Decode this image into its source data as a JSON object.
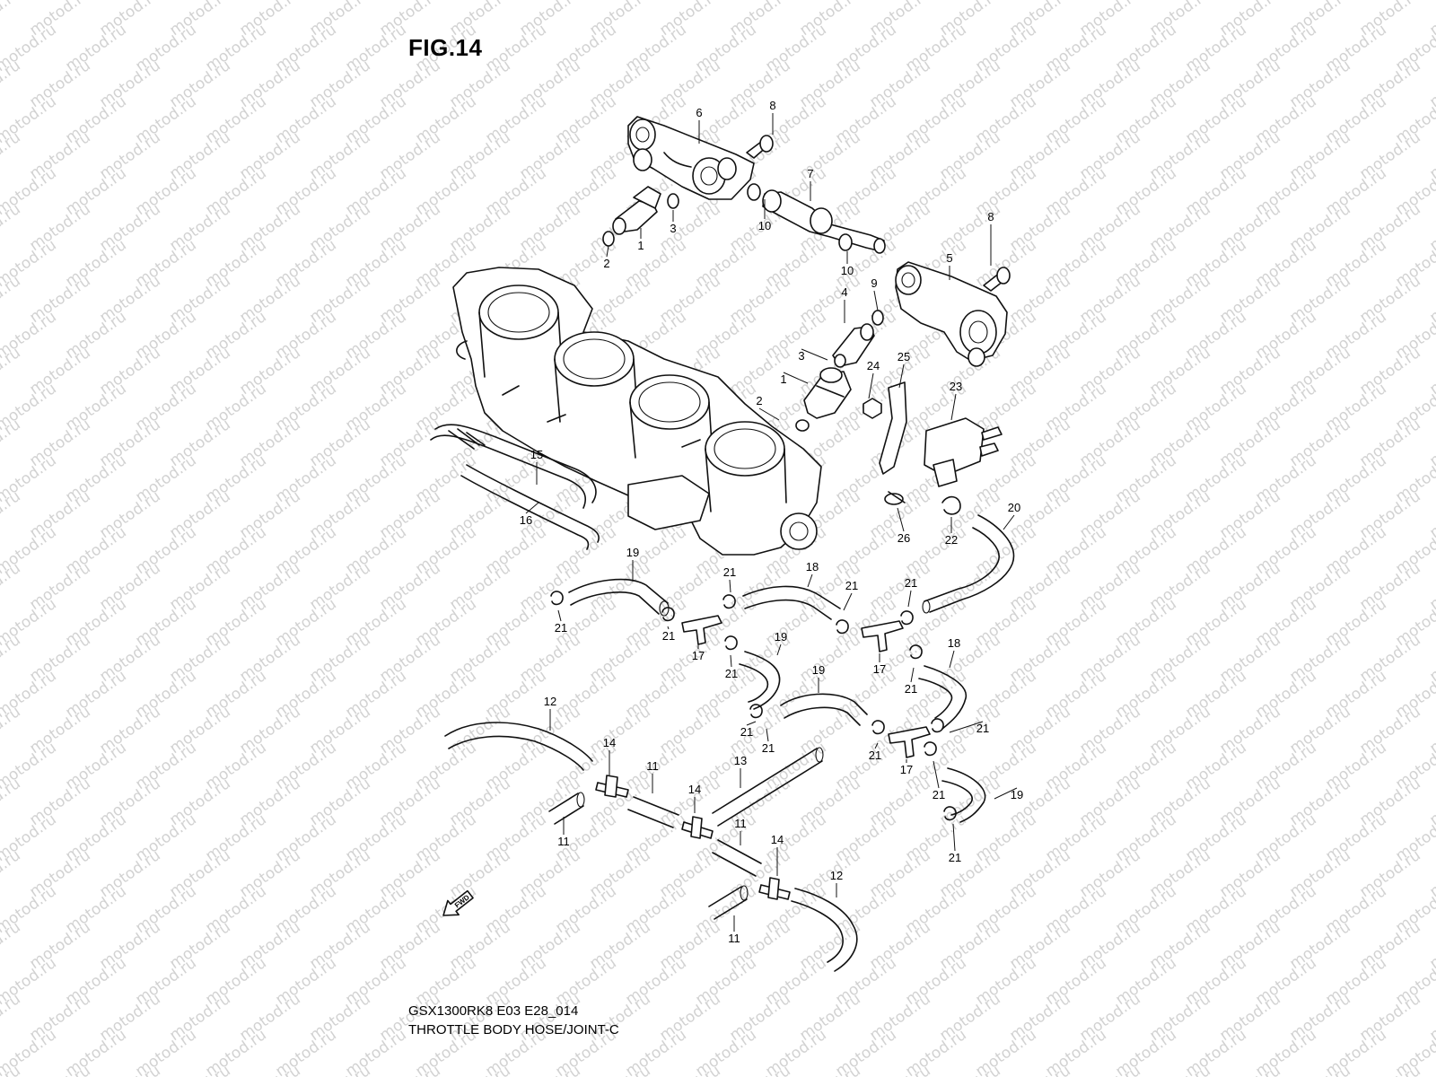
{
  "figure": {
    "title": "FIG.14",
    "model_code": "GSX1300RK8 E03 E28_014",
    "section_name": "THROTTLE BODY HOSE/JOINT-C"
  },
  "watermark": {
    "text": "motod.ru"
  },
  "direction_badge": {
    "text": "FWD",
    "icon": "forward-arrow-icon"
  },
  "callouts": [
    {
      "id": "c1",
      "label": "6"
    },
    {
      "id": "c2",
      "label": "8"
    },
    {
      "id": "c3",
      "label": "7"
    },
    {
      "id": "c4",
      "label": "3"
    },
    {
      "id": "c5",
      "label": "10"
    },
    {
      "id": "c6",
      "label": "1"
    },
    {
      "id": "c7",
      "label": "2"
    },
    {
      "id": "c8",
      "label": "10"
    },
    {
      "id": "c9",
      "label": "8"
    },
    {
      "id": "c10",
      "label": "5"
    },
    {
      "id": "c11",
      "label": "9"
    },
    {
      "id": "c12",
      "label": "4"
    },
    {
      "id": "c13",
      "label": "3"
    },
    {
      "id": "c14",
      "label": "1"
    },
    {
      "id": "c15",
      "label": "25"
    },
    {
      "id": "c16",
      "label": "24"
    },
    {
      "id": "c17",
      "label": "2"
    },
    {
      "id": "c18",
      "label": "23"
    },
    {
      "id": "c19",
      "label": "15"
    },
    {
      "id": "c20",
      "label": "16"
    },
    {
      "id": "c21",
      "label": "26"
    },
    {
      "id": "c22",
      "label": "22"
    },
    {
      "id": "c23",
      "label": "20"
    },
    {
      "id": "c24",
      "label": "19"
    },
    {
      "id": "c25",
      "label": "21"
    },
    {
      "id": "c26",
      "label": "18"
    },
    {
      "id": "c27",
      "label": "21"
    },
    {
      "id": "c28",
      "label": "21"
    },
    {
      "id": "c29",
      "label": "21"
    },
    {
      "id": "c30",
      "label": "21"
    },
    {
      "id": "c31",
      "label": "17"
    },
    {
      "id": "c32",
      "label": "19"
    },
    {
      "id": "c33",
      "label": "21"
    },
    {
      "id": "c34",
      "label": "17"
    },
    {
      "id": "c35",
      "label": "18"
    },
    {
      "id": "c36",
      "label": "21"
    },
    {
      "id": "c37",
      "label": "19"
    },
    {
      "id": "c38",
      "label": "12"
    },
    {
      "id": "c39",
      "label": "21"
    },
    {
      "id": "c40",
      "label": "21"
    },
    {
      "id": "c41",
      "label": "21"
    },
    {
      "id": "c42",
      "label": "21"
    },
    {
      "id": "c43",
      "label": "14"
    },
    {
      "id": "c44",
      "label": "11"
    },
    {
      "id": "c45",
      "label": "13"
    },
    {
      "id": "c46",
      "label": "17"
    },
    {
      "id": "c47",
      "label": "21"
    },
    {
      "id": "c48",
      "label": "19"
    },
    {
      "id": "c49",
      "label": "14"
    },
    {
      "id": "c50",
      "label": "11"
    },
    {
      "id": "c51",
      "label": "11"
    },
    {
      "id": "c52",
      "label": "14"
    },
    {
      "id": "c53",
      "label": "21"
    },
    {
      "id": "c54",
      "label": "12"
    },
    {
      "id": "c55",
      "label": "11"
    }
  ]
}
